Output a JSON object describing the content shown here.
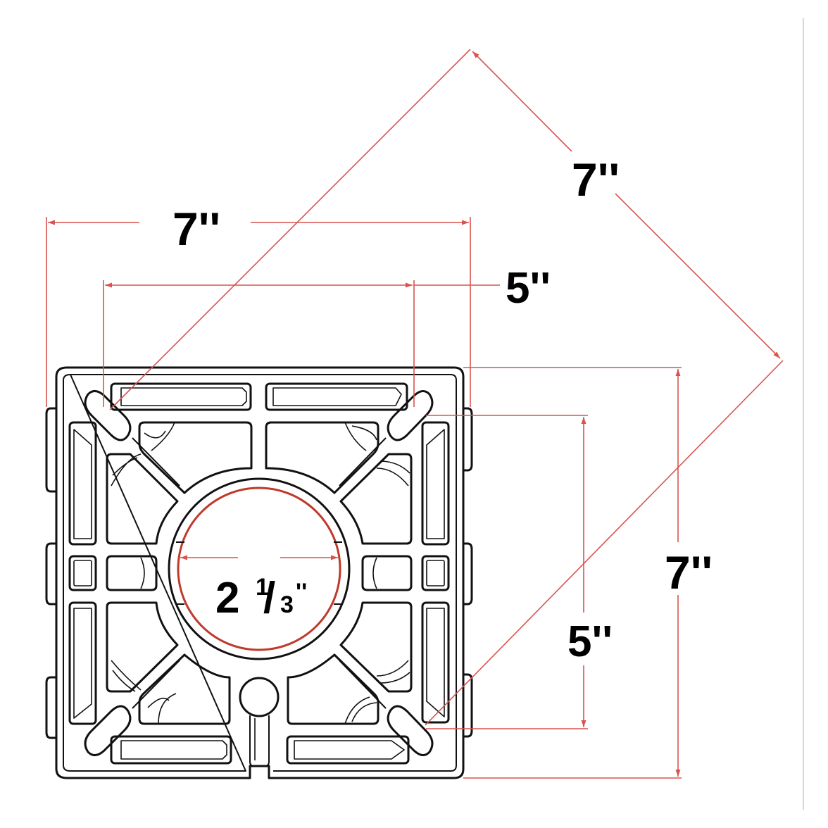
{
  "labels": {
    "top_width": "7''",
    "inner_width": "5''",
    "diagonal": "7''",
    "right_height": "7''",
    "inner_height": "5''",
    "hole_whole": "2",
    "hole_num": "1",
    "hole_slash": "/",
    "hole_den": "3",
    "hole_mark": "''"
  },
  "colors": {
    "outline": "#111111",
    "dimension": "#d9534f",
    "hole_ring": "#c0392b"
  }
}
